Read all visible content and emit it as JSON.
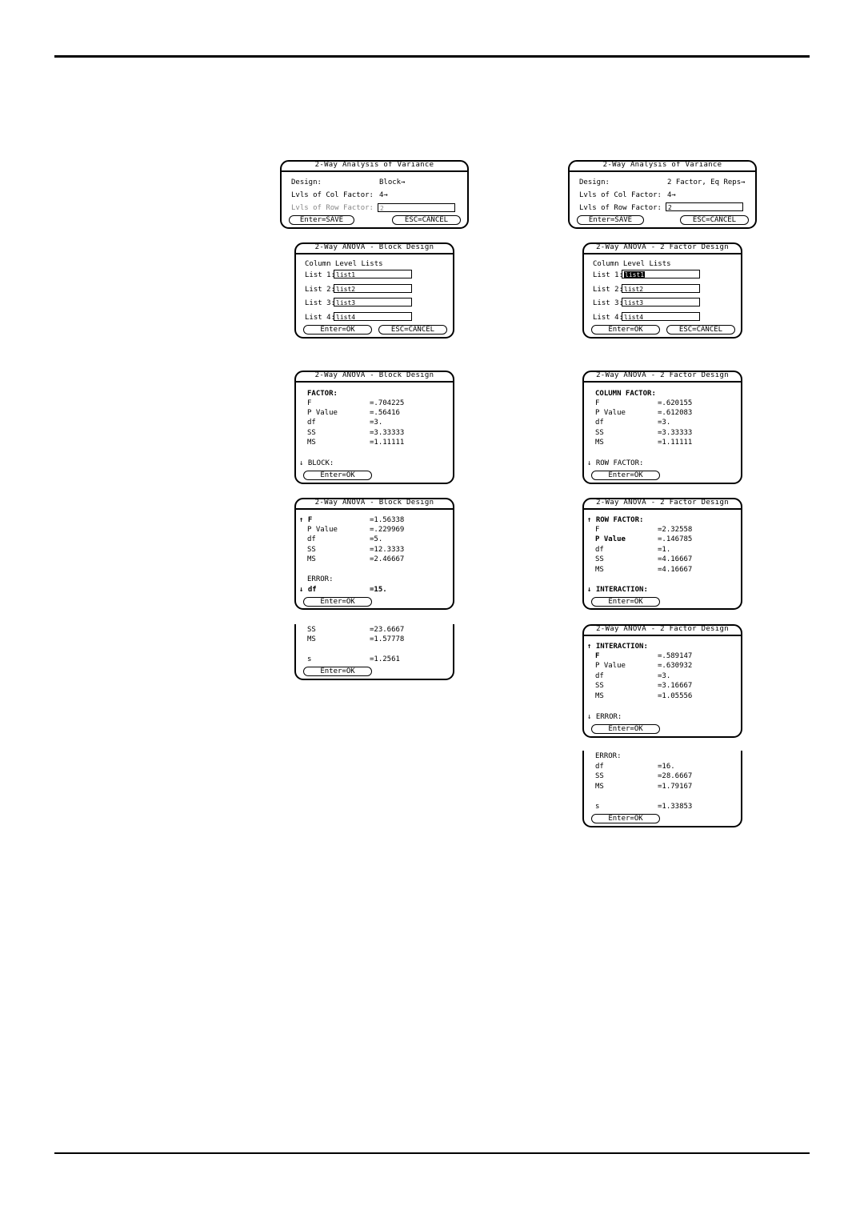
{
  "ui": {
    "ok": "Enter=OK",
    "save": "Enter=SAVE",
    "cancel": "ESC=CANCEL"
  },
  "left": {
    "setup": {
      "title": "2-Way Analysis of Variance",
      "design_label": "Design:",
      "design_value": "Block",
      "col_levels_label": "Lvls of Col Factor:",
      "col_levels_value": "4",
      "row_levels_label": "Lvls of Row Factor:",
      "row_levels_value": "2"
    },
    "lists": {
      "title": "2-Way ANOVA - Block Design",
      "heading": "Column Level Lists",
      "items": [
        {
          "label": "List 1:",
          "value": "list1"
        },
        {
          "label": "List 2:",
          "value": "list2"
        },
        {
          "label": "List 3:",
          "value": "list3"
        },
        {
          "label": "List 4:",
          "value": "list4"
        }
      ]
    },
    "results1": {
      "title": "2-Way ANOVA - Block Design",
      "section": "FACTOR:",
      "rows": [
        {
          "label": "F",
          "value": "=.704225"
        },
        {
          "label": "P Value",
          "value": "=.56416"
        },
        {
          "label": "df",
          "value": "=3."
        },
        {
          "label": "SS",
          "value": "=3.33333"
        },
        {
          "label": "MS",
          "value": "=1.11111"
        }
      ],
      "next": "↓ BLOCK:"
    },
    "results2": {
      "title": "2-Way ANOVA - Block Design",
      "rows": [
        {
          "label": "↑ F",
          "value": "=1.56338"
        },
        {
          "label": "P Value",
          "value": "=.229969"
        },
        {
          "label": "df",
          "value": "=5."
        },
        {
          "label": "SS",
          "value": "=12.3333"
        },
        {
          "label": "MS",
          "value": "=2.46667"
        }
      ],
      "section": "ERROR:",
      "last_label": "↓ df",
      "last_value": "=15."
    },
    "results3": {
      "rows": [
        {
          "label": "SS",
          "value": "=23.6667"
        },
        {
          "label": "MS",
          "value": "=1.57778"
        }
      ],
      "s_label": "s",
      "s_value": "=1.2561"
    }
  },
  "right": {
    "setup": {
      "title": "2-Way Analysis of Variance",
      "design_label": "Design:",
      "design_value": "2 Factor, Eq Reps",
      "col_levels_label": "Lvls of Col Factor:",
      "col_levels_value": "4",
      "row_levels_label": "Lvls of Row Factor:",
      "row_levels_value": "2"
    },
    "lists": {
      "title": "2-Way ANOVA - 2 Factor Design",
      "heading": "Column Level Lists",
      "items": [
        {
          "label": "List 1:",
          "value": "list1"
        },
        {
          "label": "List 2:",
          "value": "list2"
        },
        {
          "label": "List 3:",
          "value": "list3"
        },
        {
          "label": "List 4:",
          "value": "list4"
        }
      ]
    },
    "results1": {
      "title": "2-Way ANOVA - 2 Factor Design",
      "section": "COLUMN FACTOR:",
      "rows": [
        {
          "label": "F",
          "value": "=.620155"
        },
        {
          "label": "P Value",
          "value": "=.612083"
        },
        {
          "label": "df",
          "value": "=3."
        },
        {
          "label": "SS",
          "value": "=3.33333"
        },
        {
          "label": "MS",
          "value": "=1.11111"
        }
      ],
      "next": "↓ ROW FACTOR:"
    },
    "results2": {
      "title": "2-Way ANOVA - 2 Factor Design",
      "section": "↑ ROW FACTOR:",
      "rows": [
        {
          "label": "F",
          "value": "=2.32558"
        },
        {
          "label": "P Value",
          "value": "=.146785"
        },
        {
          "label": "df",
          "value": "=1."
        },
        {
          "label": "SS",
          "value": "=4.16667"
        },
        {
          "label": "MS",
          "value": "=4.16667"
        }
      ],
      "next": "↓ INTERACTION:"
    },
    "results3": {
      "title": "2-Way ANOVA - 2 Factor Design",
      "section": "↑ INTERACTION:",
      "rows": [
        {
          "label": "F",
          "value": "=.589147"
        },
        {
          "label": "P Value",
          "value": "=.630932"
        },
        {
          "label": "df",
          "value": "=3."
        },
        {
          "label": "SS",
          "value": "=3.16667"
        },
        {
          "label": "MS",
          "value": "=1.05556"
        }
      ],
      "next": "↓ ERROR:"
    },
    "results4": {
      "section": "ERROR:",
      "rows": [
        {
          "label": "df",
          "value": "=16."
        },
        {
          "label": "SS",
          "value": "=28.6667"
        },
        {
          "label": "MS",
          "value": "=1.79167"
        }
      ],
      "s_label": "s",
      "s_value": "=1.33853"
    }
  }
}
